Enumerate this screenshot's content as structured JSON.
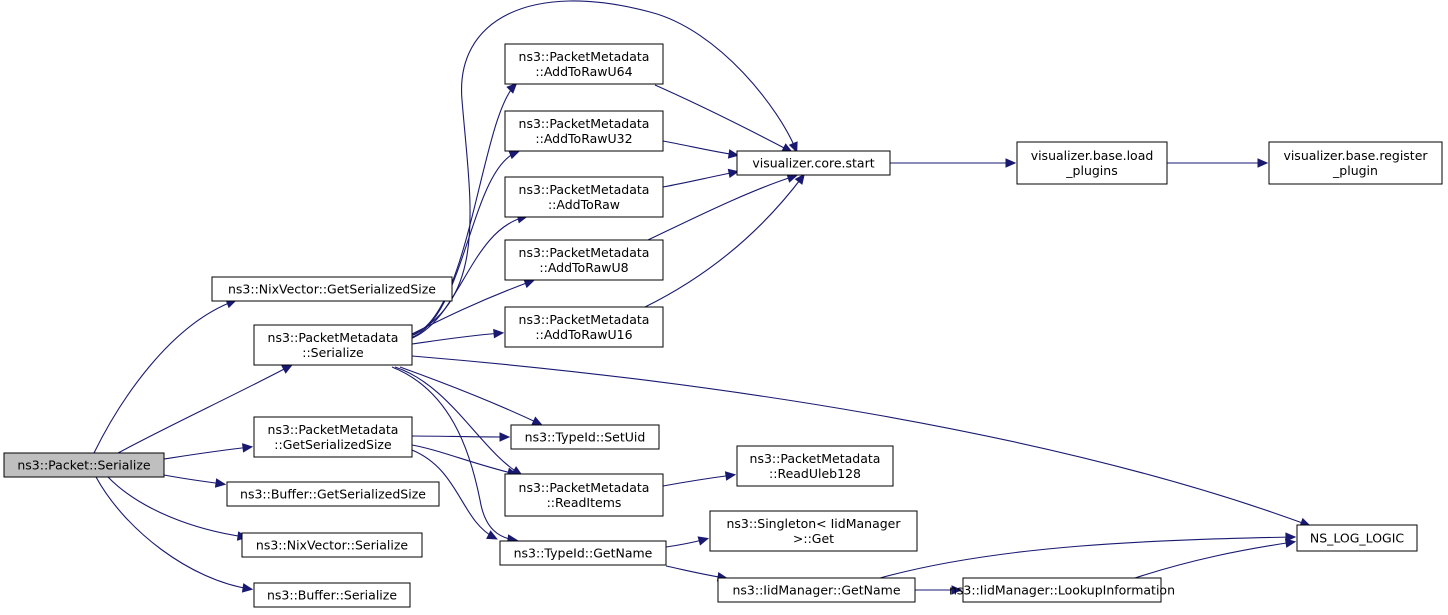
{
  "graph": {
    "nodes": [
      {
        "id": "packet_serialize",
        "lines": [
          "ns3::Packet::Serialize"
        ],
        "root": true
      },
      {
        "id": "nix_getserializedsize",
        "lines": [
          "ns3::NixVector::GetSerializedSize"
        ]
      },
      {
        "id": "pm_serialize",
        "lines": [
          "ns3::PacketMetadata",
          "::Serialize"
        ]
      },
      {
        "id": "pm_getserializedsize",
        "lines": [
          "ns3::PacketMetadata",
          "::GetSerializedSize"
        ]
      },
      {
        "id": "buffer_getserializedsize",
        "lines": [
          "ns3::Buffer::GetSerializedSize"
        ]
      },
      {
        "id": "nix_serialize",
        "lines": [
          "ns3::NixVector::Serialize"
        ]
      },
      {
        "id": "buffer_serialize",
        "lines": [
          "ns3::Buffer::Serialize"
        ]
      },
      {
        "id": "pm_addtorawu64",
        "lines": [
          "ns3::PacketMetadata",
          "::AddToRawU64"
        ]
      },
      {
        "id": "pm_addtorawu32",
        "lines": [
          "ns3::PacketMetadata",
          "::AddToRawU32"
        ]
      },
      {
        "id": "pm_addtoraw",
        "lines": [
          "ns3::PacketMetadata",
          "::AddToRaw"
        ]
      },
      {
        "id": "pm_addtorawu8",
        "lines": [
          "ns3::PacketMetadata",
          "::AddToRawU8"
        ]
      },
      {
        "id": "pm_addtorawu16",
        "lines": [
          "ns3::PacketMetadata",
          "::AddToRawU16"
        ]
      },
      {
        "id": "typeid_setuid",
        "lines": [
          "ns3::TypeId::SetUid"
        ]
      },
      {
        "id": "pm_readitems",
        "lines": [
          "ns3::PacketMetadata",
          "::ReadItems"
        ]
      },
      {
        "id": "typeid_getname",
        "lines": [
          "ns3::TypeId::GetName"
        ]
      },
      {
        "id": "viz_core_start",
        "lines": [
          "visualizer.core.start"
        ]
      },
      {
        "id": "viz_base_load_plugins",
        "lines": [
          "visualizer.base.load",
          "_plugins"
        ]
      },
      {
        "id": "viz_base_register_plugin",
        "lines": [
          "visualizer.base.register",
          "_plugin"
        ]
      },
      {
        "id": "pm_readuleb128",
        "lines": [
          "ns3::PacketMetadata",
          "::ReadUleb128"
        ]
      },
      {
        "id": "singleton_get",
        "lines": [
          "ns3::Singleton< IidManager",
          ">::Get"
        ]
      },
      {
        "id": "iid_getname",
        "lines": [
          "ns3::IidManager::GetName"
        ]
      },
      {
        "id": "iid_lookupinformation",
        "lines": [
          "ns3::IidManager::LookupInformation"
        ]
      },
      {
        "id": "ns_log_logic",
        "lines": [
          "NS_LOG_LOGIC"
        ]
      }
    ],
    "edges": [
      [
        "packet_serialize",
        "nix_getserializedsize"
      ],
      [
        "packet_serialize",
        "pm_serialize"
      ],
      [
        "packet_serialize",
        "pm_getserializedsize"
      ],
      [
        "packet_serialize",
        "buffer_getserializedsize"
      ],
      [
        "packet_serialize",
        "nix_serialize"
      ],
      [
        "packet_serialize",
        "buffer_serialize"
      ],
      [
        "pm_serialize",
        "pm_addtorawu64"
      ],
      [
        "pm_serialize",
        "pm_addtorawu32"
      ],
      [
        "pm_serialize",
        "pm_addtoraw"
      ],
      [
        "pm_serialize",
        "pm_addtorawu8"
      ],
      [
        "pm_serialize",
        "pm_addtorawu16"
      ],
      [
        "pm_serialize",
        "viz_core_start"
      ],
      [
        "pm_serialize",
        "typeid_setuid"
      ],
      [
        "pm_serialize",
        "pm_readitems"
      ],
      [
        "pm_serialize",
        "typeid_getname"
      ],
      [
        "pm_serialize",
        "ns_log_logic"
      ],
      [
        "pm_getserializedsize",
        "typeid_setuid"
      ],
      [
        "pm_getserializedsize",
        "pm_readitems"
      ],
      [
        "pm_getserializedsize",
        "typeid_getname"
      ],
      [
        "pm_addtorawu64",
        "viz_core_start"
      ],
      [
        "pm_addtorawu32",
        "viz_core_start"
      ],
      [
        "pm_addtoraw",
        "viz_core_start"
      ],
      [
        "pm_addtorawu8",
        "viz_core_start"
      ],
      [
        "pm_addtorawu16",
        "viz_core_start"
      ],
      [
        "viz_core_start",
        "viz_base_load_plugins"
      ],
      [
        "viz_base_load_plugins",
        "viz_base_register_plugin"
      ],
      [
        "pm_readitems",
        "pm_readuleb128"
      ],
      [
        "typeid_getname",
        "singleton_get"
      ],
      [
        "typeid_getname",
        "iid_getname"
      ],
      [
        "iid_getname",
        "iid_lookupinformation"
      ],
      [
        "iid_getname",
        "ns_log_logic"
      ],
      [
        "iid_lookupinformation",
        "ns_log_logic"
      ]
    ]
  }
}
